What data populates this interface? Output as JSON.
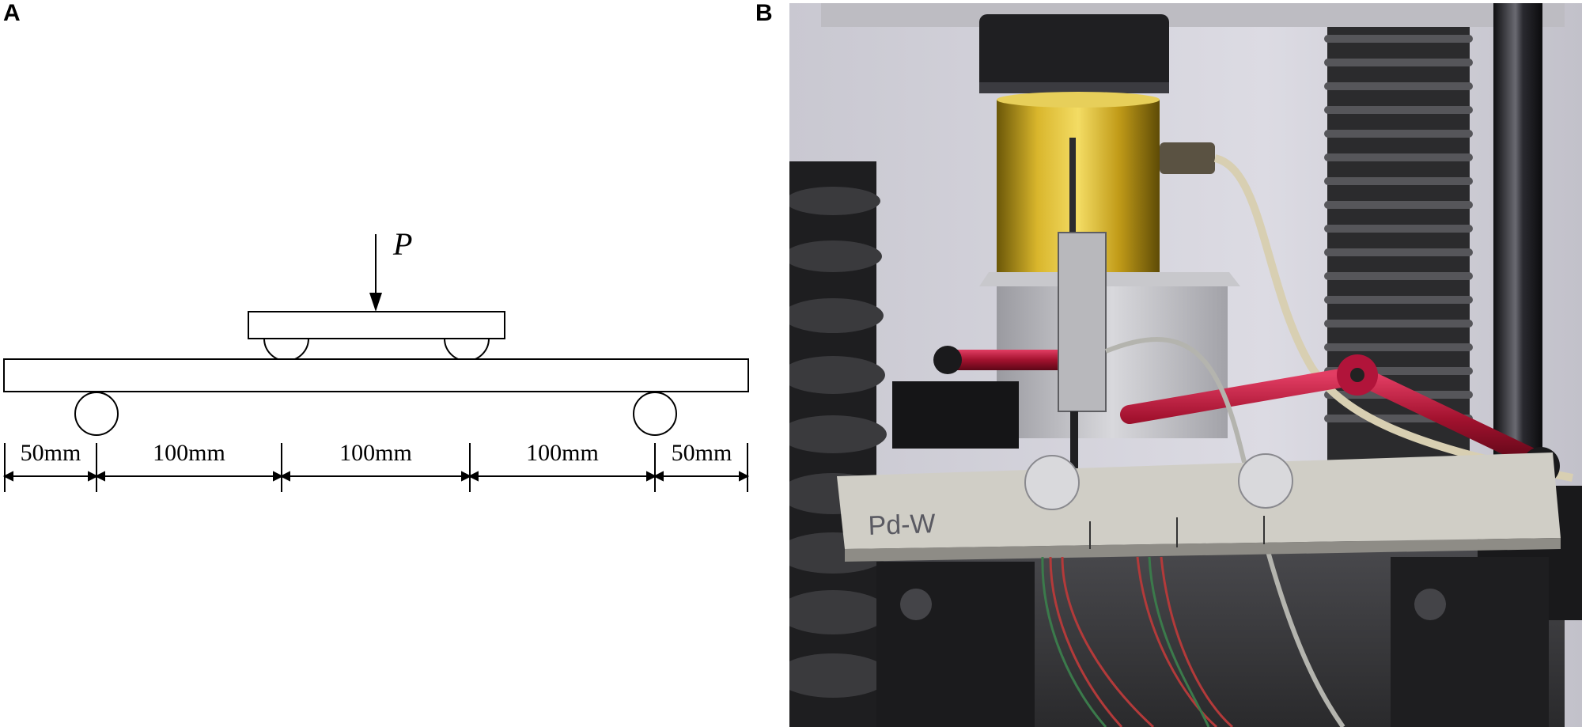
{
  "panels": {
    "a_label": "A",
    "b_label": "B"
  },
  "diagram": {
    "load_label": "P",
    "dimensions": [
      "50mm",
      "100mm",
      "100mm",
      "100mm",
      "50mm"
    ]
  },
  "photo": {
    "specimen_marking": "Pd-W"
  }
}
